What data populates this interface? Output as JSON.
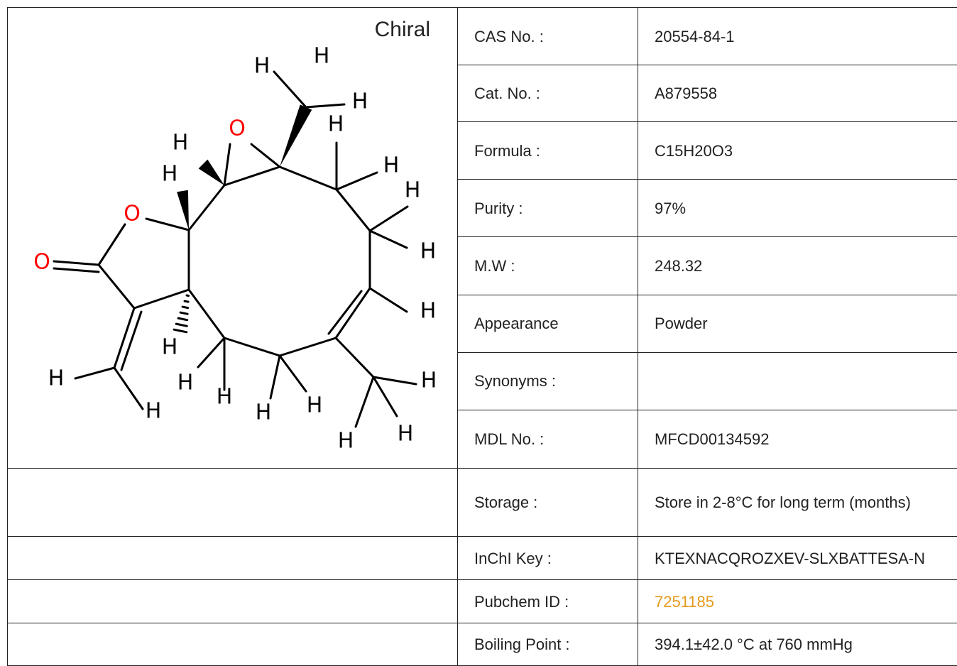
{
  "structure": {
    "chiral_label": "Chiral",
    "atom_label_h": "H",
    "atom_label_o": "O"
  },
  "rows": [
    {
      "label": "CAS No. :",
      "value": "20554-84-1"
    },
    {
      "label": "Cat. No. :",
      "value": "A879558"
    },
    {
      "label": "Formula :",
      "value": "C15H20O3"
    },
    {
      "label": "Purity :",
      "value": "97%"
    },
    {
      "label": "M.W :",
      "value": "248.32"
    },
    {
      "label": "Appearance",
      "value": "Powder"
    },
    {
      "label": "Synonyms :",
      "value": ""
    },
    {
      "label": "MDL No. :",
      "value": "MFCD00134592"
    },
    {
      "label": "Storage :",
      "value": "Store in 2-8°C for long term (months)"
    },
    {
      "label": "InChI Key :",
      "value": "KTEXNACQROZXEV-SLXBATTESA-N"
    },
    {
      "label": "Pubchem ID :",
      "value": "7251185"
    },
    {
      "label": "Boiling Point :",
      "value": "394.1±42.0 °C at 760 mmHg"
    }
  ],
  "colors": {
    "link": "#e69a1f",
    "oxygen": "#ff0000",
    "border": "#222222"
  }
}
